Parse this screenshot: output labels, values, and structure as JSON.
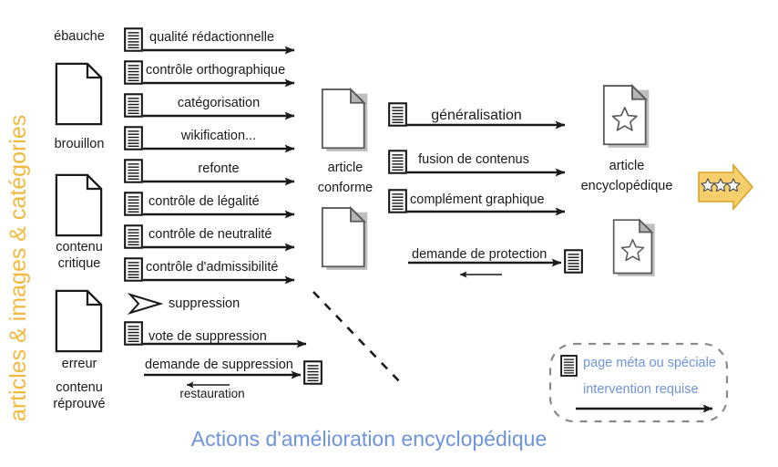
{
  "side_title": "articles & images & catégories",
  "bottom_caption": "Actions d'amélioration encyclopédique",
  "colors": {
    "accent_orange": "#f2b93f",
    "accent_blue": "#6d94dd",
    "ink": "#1a1a1a",
    "shadow_gray": "#bfbfbf",
    "arrow_fill": "#f5cf6b"
  },
  "input_nodes": [
    {
      "label": "ébauche",
      "icon": "document-icon"
    },
    {
      "label": "brouillon",
      "icon": "document-icon"
    },
    {
      "label": "contenu\ncritique",
      "label_line1": "contenu",
      "label_line2": "critique",
      "icon": "document-icon"
    },
    {
      "label": "erreur",
      "icon": "document-icon"
    },
    {
      "label": "contenu\nréprouvé",
      "label_line1": "contenu",
      "label_line2": "réprouvé",
      "icon": "document-icon"
    }
  ],
  "input_node_labels": {
    "ebauche": "ébauche",
    "brouillon": "brouillon",
    "contenu_critique_l1": "contenu",
    "contenu_critique_l2": "critique",
    "erreur": "erreur",
    "contenu_reprouve_l1": "contenu",
    "contenu_reprouve_l2": "réprouvé"
  },
  "left_actions": [
    {
      "label": "qualité rédactionnelle",
      "has_meta_icon": true,
      "arrow": "solid-right",
      "align": "left"
    },
    {
      "label": "contrôle orthographique",
      "has_meta_icon": true,
      "arrow": "solid-right",
      "align": "left"
    },
    {
      "label": "catégorisation",
      "has_meta_icon": true,
      "arrow": "solid-right",
      "align": "center"
    },
    {
      "label": "wikification...",
      "has_meta_icon": true,
      "arrow": "solid-right",
      "align": "center"
    },
    {
      "label": "refonte",
      "has_meta_icon": true,
      "arrow": "solid-right",
      "align": "center"
    },
    {
      "label": "contrôle de légalité",
      "has_meta_icon": true,
      "arrow": "solid-right",
      "align": "left"
    },
    {
      "label": "contrôle de neutralité",
      "has_meta_icon": true,
      "arrow": "solid-right",
      "align": "left"
    },
    {
      "label": "contrôle d'admissibilité",
      "has_meta_icon": true,
      "arrow": "solid-right",
      "align": "left"
    },
    {
      "label": "suppression",
      "has_meta_icon": false,
      "arrow": "hollow-chevron",
      "align": "left"
    },
    {
      "label": "vote de suppression",
      "has_meta_icon": true,
      "arrow": "solid-right",
      "align": "left"
    }
  ],
  "left_bidirectional": {
    "forward_label": "demande de suppression",
    "back_label": "restauration",
    "target_icon": "meta-page-icon"
  },
  "middle_nodes": {
    "caption_line1": "article",
    "caption_line2": "conforme"
  },
  "middle_actions": [
    {
      "label": "généralisation",
      "has_meta_icon": true,
      "arrow": "solid-right"
    },
    {
      "label": "fusion de contenus",
      "has_meta_icon": true,
      "arrow": "solid-right"
    },
    {
      "label": "complément graphique",
      "has_meta_icon": true,
      "arrow": "solid-right"
    }
  ],
  "middle_bidirectional": {
    "forward_label": "demande de protection",
    "back_label": "",
    "target_icon": "meta-page-icon"
  },
  "right_nodes": {
    "caption_line1": "article",
    "caption_line2": "encyclopédique",
    "badge": {
      "name": "three-stars-arrow",
      "star_count": 3
    }
  },
  "legend": {
    "meta_page_label": "page méta ou spéciale",
    "intervention_label": "intervention requise",
    "icon": "meta-page-icon",
    "arrow": "solid-right"
  }
}
